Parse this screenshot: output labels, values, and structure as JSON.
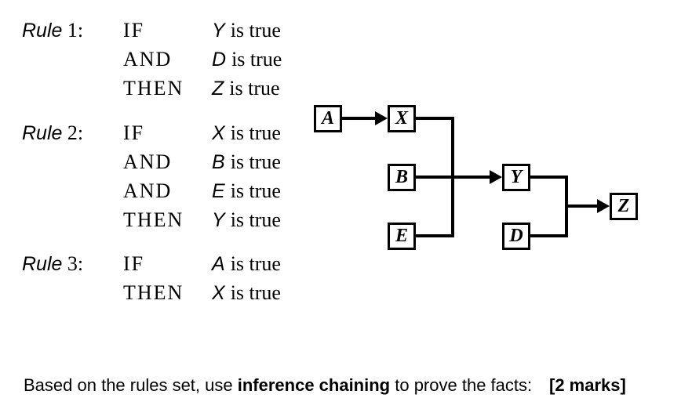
{
  "rules": [
    {
      "label": {
        "word": "Rule",
        "number": "1:"
      },
      "clauses": [
        {
          "keyword": "IF",
          "variable": "Y",
          "predicate": "is true"
        },
        {
          "keyword": "AND",
          "variable": "D",
          "predicate": "is true"
        },
        {
          "keyword": "THEN",
          "variable": "Z",
          "predicate": "is true"
        }
      ]
    },
    {
      "label": {
        "word": "Rule",
        "number": "2:"
      },
      "clauses": [
        {
          "keyword": "IF",
          "variable": "X",
          "predicate": "is true"
        },
        {
          "keyword": "AND",
          "variable": "B",
          "predicate": "is true"
        },
        {
          "keyword": "AND",
          "variable": "E",
          "predicate": "is true"
        },
        {
          "keyword": "THEN",
          "variable": "Y",
          "predicate": "is true"
        }
      ]
    },
    {
      "label": {
        "word": "Rule",
        "number": "3:"
      },
      "clauses": [
        {
          "keyword": "IF",
          "variable": "A",
          "predicate": "is true"
        },
        {
          "keyword": "THEN",
          "variable": "X",
          "predicate": "is true"
        }
      ]
    }
  ],
  "diagram": {
    "nodes": [
      {
        "id": "A",
        "label": "A"
      },
      {
        "id": "X",
        "label": "X"
      },
      {
        "id": "B",
        "label": "B"
      },
      {
        "id": "E",
        "label": "E"
      },
      {
        "id": "Y",
        "label": "Y"
      },
      {
        "id": "D",
        "label": "D"
      },
      {
        "id": "Z",
        "label": "Z"
      }
    ],
    "edges": [
      {
        "from": [
          "A"
        ],
        "to": "X"
      },
      {
        "from": [
          "X",
          "B",
          "E"
        ],
        "to": "Y"
      },
      {
        "from": [
          "Y",
          "D"
        ],
        "to": "Z"
      }
    ]
  },
  "footer": {
    "text_prefix": "Based on the rules set, use ",
    "text_bold": "inference chaining",
    "text_suffix": " to prove the facts:",
    "marks": "[2 marks]"
  },
  "colors": {
    "background": "#ffffff",
    "ink": "#000000"
  }
}
